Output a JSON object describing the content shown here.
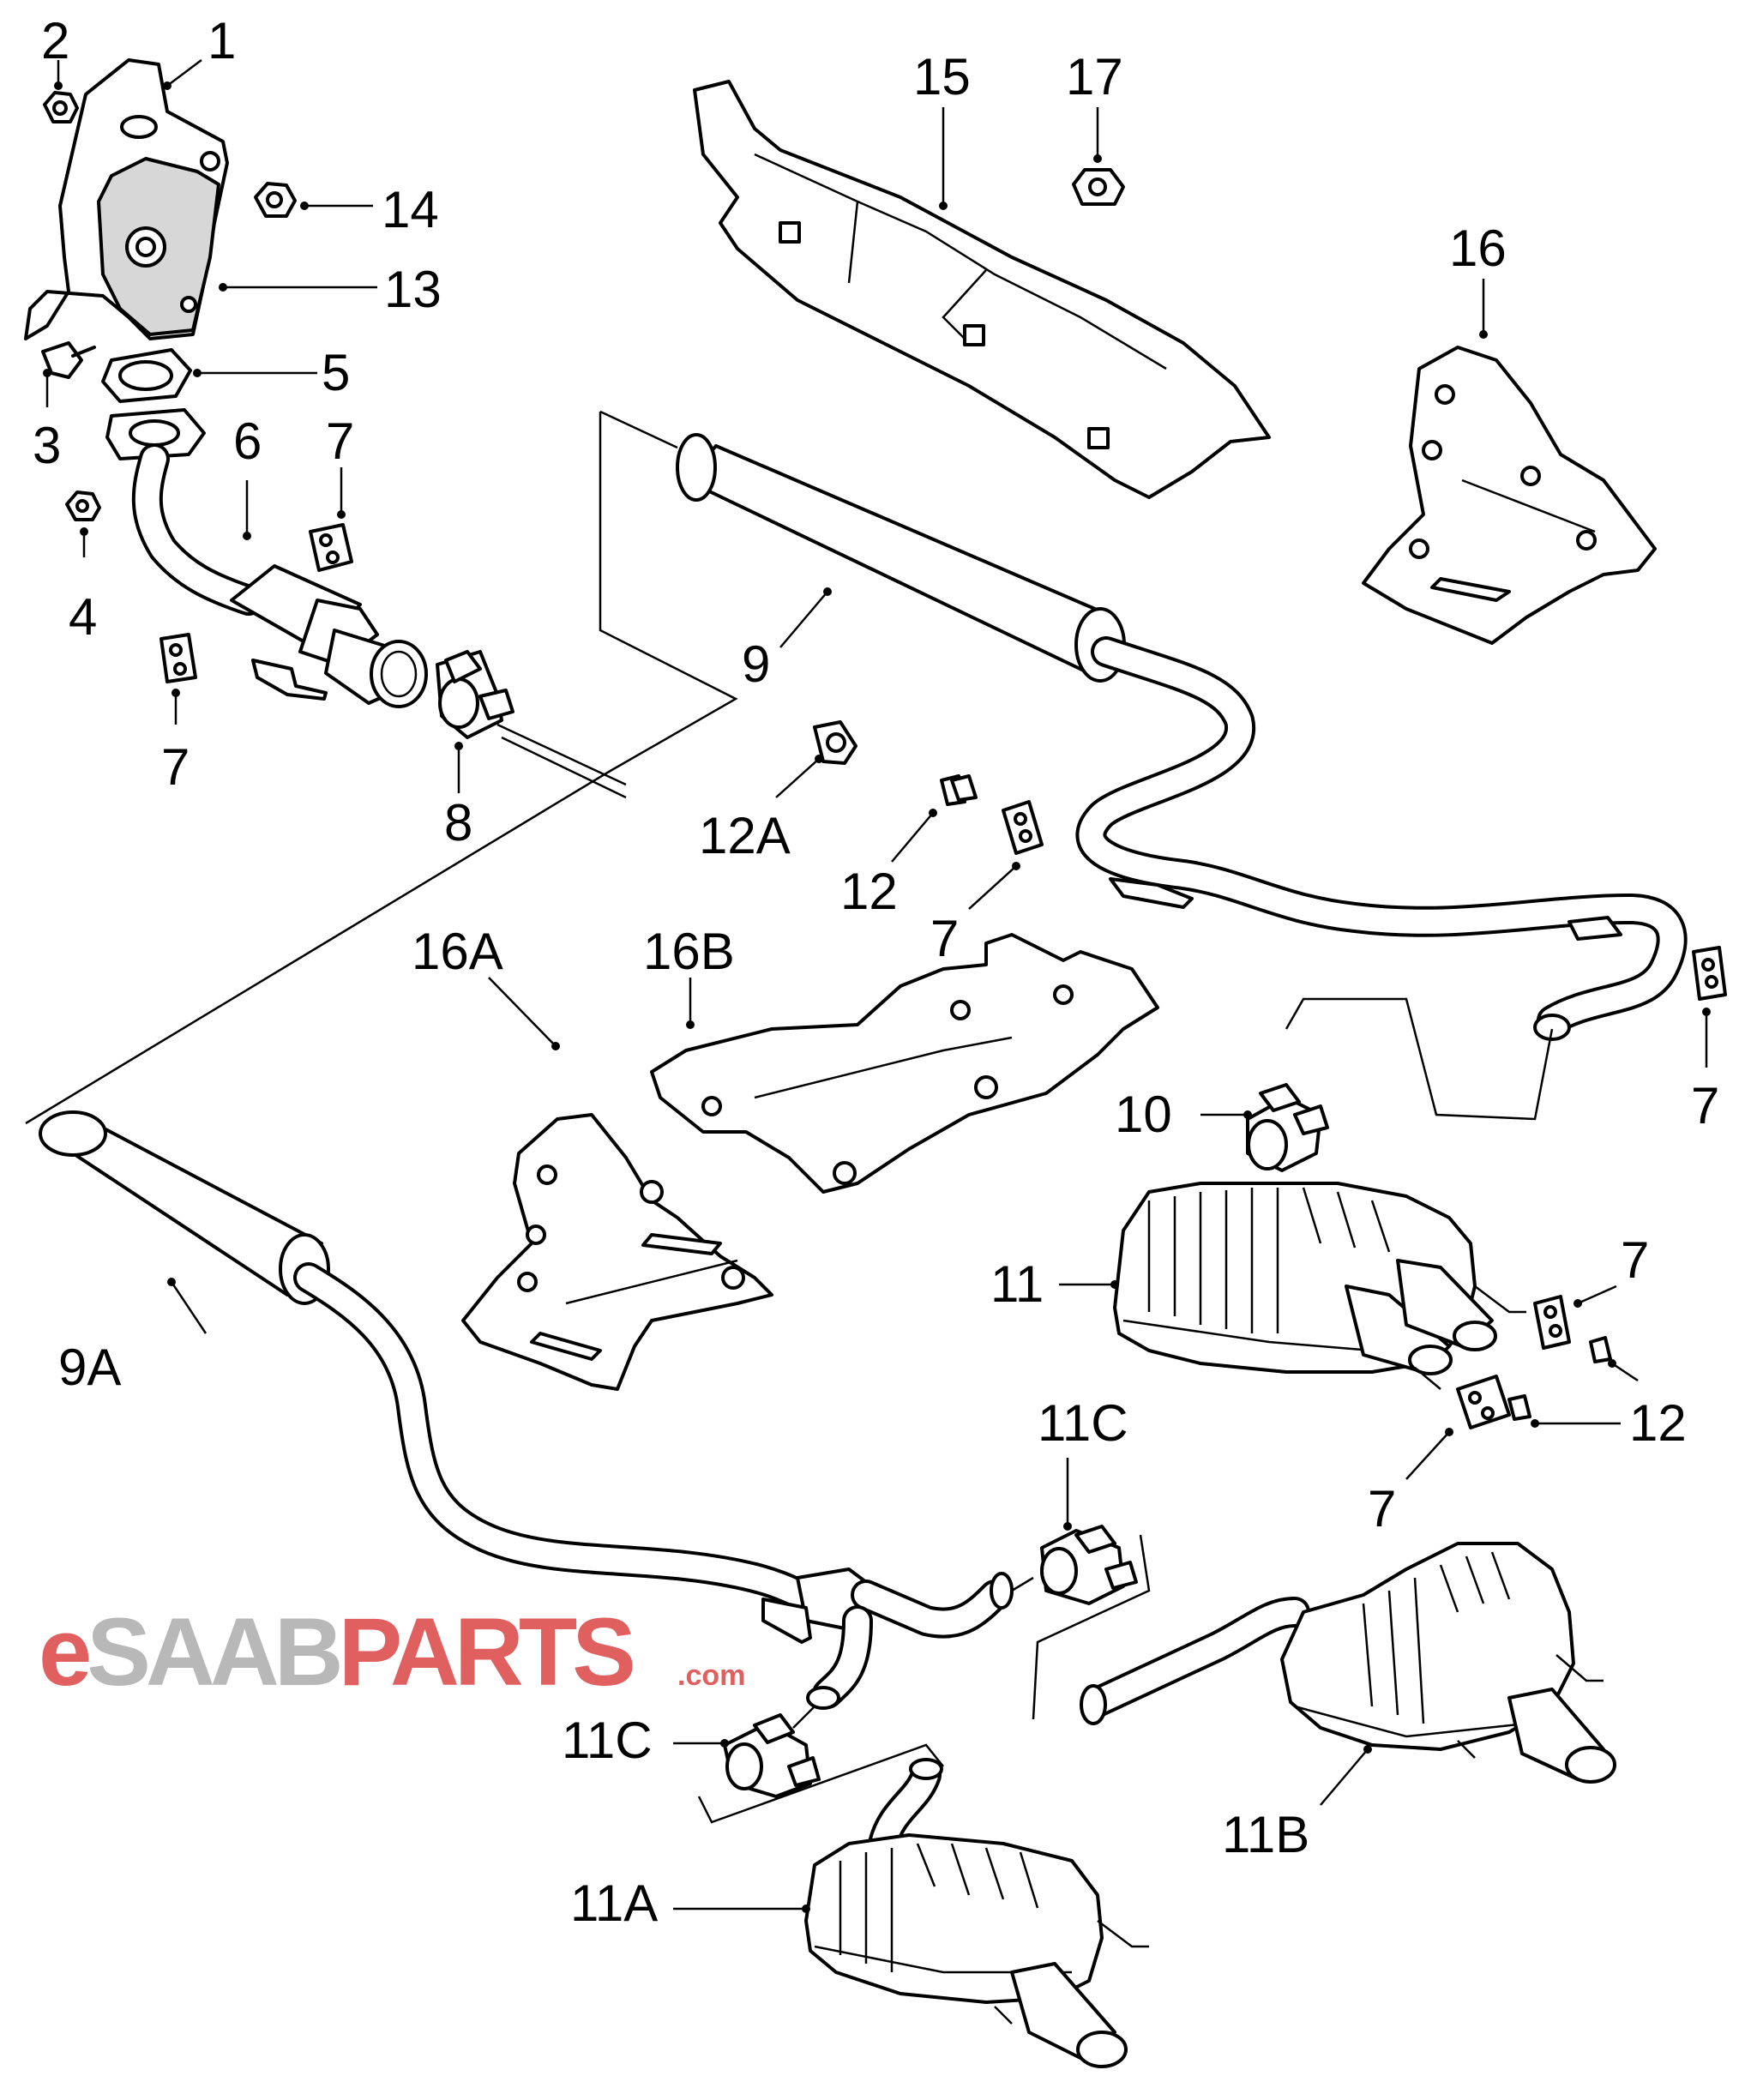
{
  "callouts": {
    "c1": "1",
    "c2": "2",
    "c3": "3",
    "c4": "4",
    "c5": "5",
    "c6": "6",
    "c7a": "7",
    "c7b": "7",
    "c7c": "7",
    "c7d": "7",
    "c7e": "7",
    "c7f": "7",
    "c8": "8",
    "c9": "9",
    "c9a": "9A",
    "c10": "10",
    "c11": "11",
    "c11a": "11A",
    "c11b": "11B",
    "c11c_top": "11C",
    "c11c_bottom": "11C",
    "c12a": "12",
    "c12b": "12",
    "c12A": "12A",
    "c13": "13",
    "c14": "14",
    "c15": "15",
    "c16": "16",
    "c16a": "16A",
    "c16b": "16B",
    "c17": "17"
  },
  "brand": {
    "e": "e",
    "saab": "SAAB",
    "parts": "PARTS",
    "com": ".com"
  },
  "colors": {
    "line": "#000000",
    "brand_red": "#e06060",
    "brand_gray": "#b8b8b8",
    "fill": "#ffffff"
  }
}
